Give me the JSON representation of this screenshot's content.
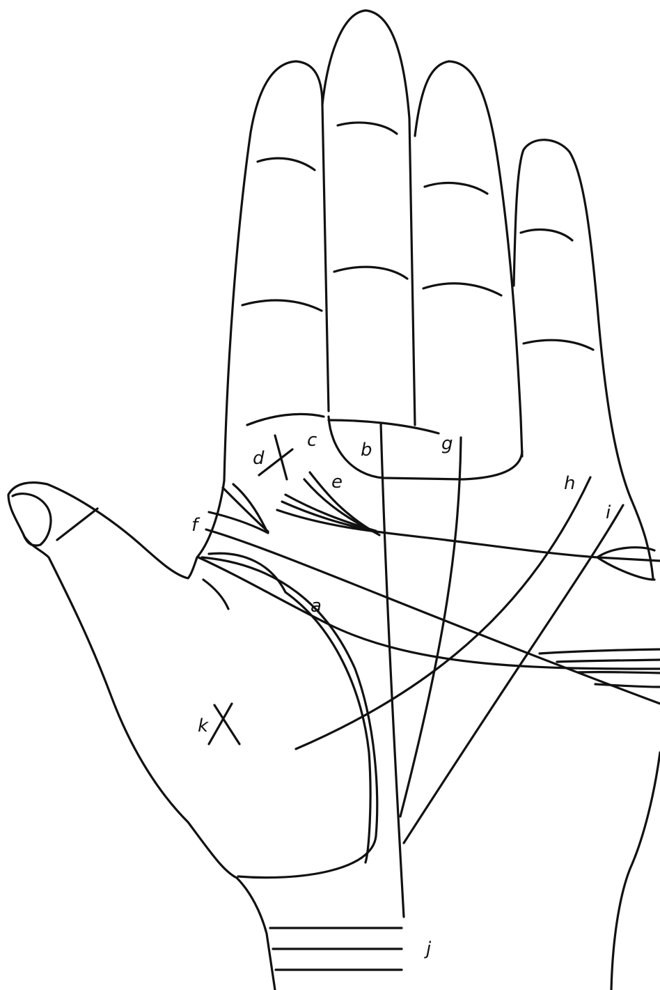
{
  "diagram": {
    "line_color": "#111111",
    "background": "#ffffff",
    "labels": {
      "a": "a",
      "b": "b",
      "c": "c",
      "d": "d",
      "e": "e",
      "f": "f",
      "g": "g",
      "h": "h",
      "i": "i",
      "j": "j",
      "k": "k"
    }
  }
}
